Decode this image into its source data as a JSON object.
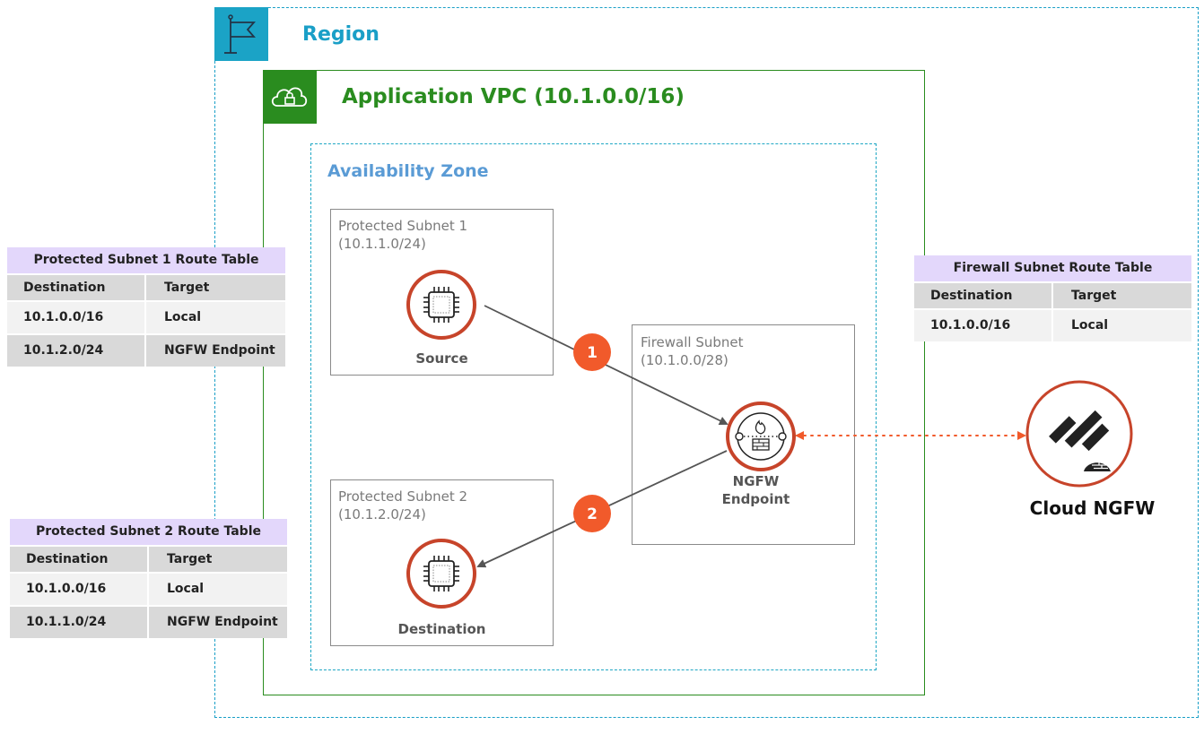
{
  "region": {
    "title": "Region",
    "icon": "flag-icon",
    "color": "#1a9fc7"
  },
  "vpc": {
    "title": "Application VPC (10.1.0.0/16)",
    "icon": "cloud-lock-icon",
    "color": "#2a8c1f"
  },
  "availability_zone": {
    "title": "Availability Zone",
    "color": "#5a9bd5"
  },
  "subnets": {
    "protected1": {
      "name": "Protected Subnet 1",
      "cidr": "(10.1.1.0/24)",
      "node_label": "Source",
      "node_icon": "ec2-chip-icon"
    },
    "protected2": {
      "name": "Protected Subnet 2",
      "cidr": "(10.1.2.0/24)",
      "node_label": "Destination",
      "node_icon": "ec2-chip-icon"
    },
    "firewall": {
      "name": "Firewall Subnet",
      "cidr": "(10.1.0.0/28)",
      "node_label_line1": "NGFW",
      "node_label_line2": "Endpoint",
      "node_icon": "firewall-endpoint-icon"
    }
  },
  "cloud_ngfw": {
    "label": "Cloud NGFW",
    "icon": "palo-alto-logo-icon"
  },
  "steps": [
    "1",
    "2"
  ],
  "route_tables": {
    "protected1": {
      "title": "Protected Subnet 1 Route Table",
      "headers": [
        "Destination",
        "Target"
      ],
      "rows": [
        [
          "10.1.0.0/16",
          "Local"
        ],
        [
          "10.1.2.0/24",
          "NGFW Endpoint"
        ]
      ]
    },
    "protected2": {
      "title": "Protected Subnet 2  Route Table",
      "headers": [
        "Destination",
        "Target"
      ],
      "rows": [
        [
          "10.1.0.0/16",
          "Local"
        ],
        [
          "10.1.1.0/24",
          "NGFW Endpoint"
        ]
      ]
    },
    "firewall": {
      "title": "Firewall Subnet  Route Table",
      "headers": [
        "Destination",
        "Target"
      ],
      "rows": [
        [
          "10.1.0.0/16",
          "Local"
        ]
      ]
    }
  },
  "colors": {
    "accent_orange": "#f15a2b",
    "node_ring": "#c7442a",
    "route_header": "#e3d7fb"
  }
}
